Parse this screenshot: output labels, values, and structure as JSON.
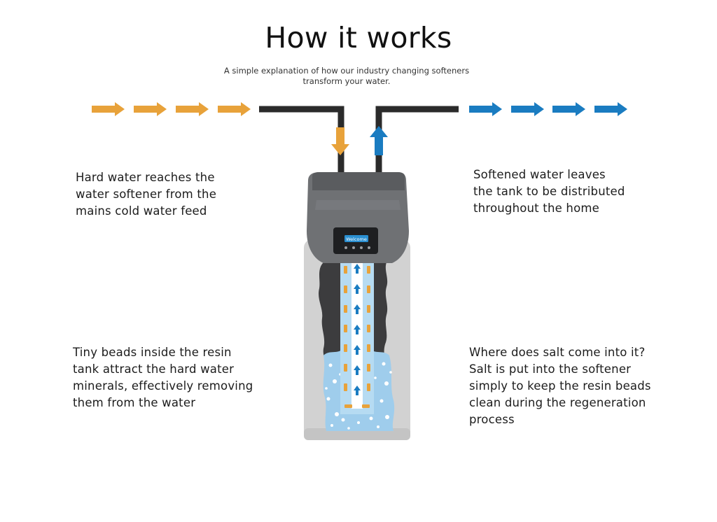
{
  "title": "How it works",
  "subtitle": {
    "line1": "A simple explanation of how our industry changing softeners",
    "line2": "transform your water."
  },
  "steps": {
    "hard_water": {
      "lines": [
        "Hard water reaches the",
        "water softener from the",
        "mains cold water feed"
      ]
    },
    "softened_water": {
      "lines": [
        "Softened water leaves",
        "the tank to be distributed",
        "throughout the home"
      ]
    },
    "resin_beads": {
      "lines": [
        "Tiny beads inside the resin",
        "tank attract the hard water",
        "minerals, effectively removing",
        "them from the water"
      ]
    },
    "salt": {
      "lines": [
        "Where does salt come into it?",
        "Salt is put into the softener",
        "simply to keep the resin beads",
        "clean during the regeneration",
        "process"
      ]
    }
  },
  "display": {
    "screen_text": "Welcome"
  },
  "colors": {
    "hard_water": "#e8a23a",
    "soft_water": "#1a7cc1",
    "pipe": "#2b2b2b",
    "cabinet_dark": "#6f7174",
    "cabinet_body": "#d2d2d2",
    "resin": "#a9d3ef"
  },
  "icons": {
    "hard_water_flow": "arrow-right-orange",
    "soft_water_flow": "arrow-right-blue"
  }
}
